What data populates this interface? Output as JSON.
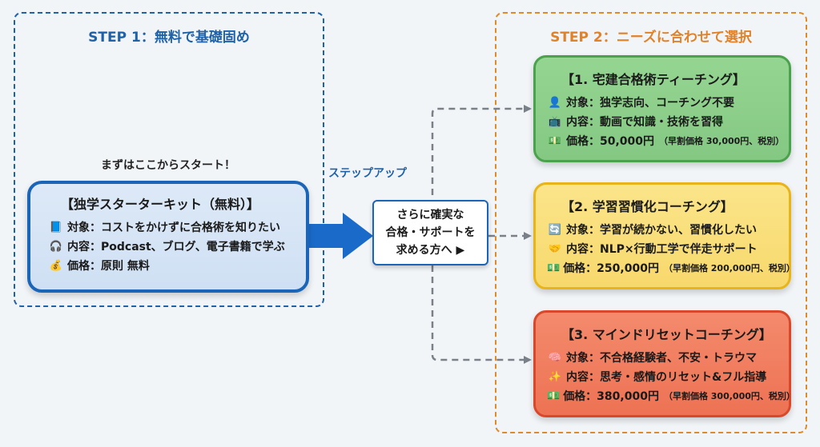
{
  "step1": {
    "title": "STEP 1：無料で基礎固め",
    "start_note": "まずはここからスタート！",
    "starter_kit": {
      "title": "【独学スターターキット（無料）】",
      "rows": [
        {
          "icon": "📘",
          "icon_name": "book-icon",
          "text": "対象：コストをかけずに合格術を知りたい"
        },
        {
          "icon": "🎧",
          "icon_name": "headphones-icon",
          "text": "内容：Podcast、ブログ、電子書籍で学ぶ"
        },
        {
          "icon": "💰",
          "icon_name": "money-bag-icon",
          "text": "価格：原則 無料"
        }
      ]
    }
  },
  "step_up_label": "ステップアップ",
  "middle": {
    "lines": [
      "さらに確実な",
      "合格・サポートを",
      "求める方へ ▶"
    ]
  },
  "step2": {
    "title": "STEP 2：ニーズに合わせて選択",
    "options": [
      {
        "title": "【1. 宅建合格術ティーチング】",
        "color": "#8dcf8a",
        "rows": [
          {
            "icon": "👤",
            "icon_name": "person-icon",
            "text": "対象：独学志向、コーチング不要"
          },
          {
            "icon": "📺",
            "icon_name": "tv-icon",
            "text": "内容：動画で知識・技術を習得"
          },
          {
            "icon": "💵",
            "icon_name": "banknote-icon",
            "text": "価格：50,000円",
            "note": "（早割価格 30,000円、税別）"
          }
        ]
      },
      {
        "title": "【2. 学習習慣化コーチング】",
        "color": "#f9dd78",
        "rows": [
          {
            "icon": "🔄",
            "icon_name": "cycle-icon",
            "text": "対象：学習が続かない、習慣化したい"
          },
          {
            "icon": "🤝",
            "icon_name": "handshake-icon",
            "text": "内容：NLP×行動工学で伴走サポート"
          },
          {
            "icon": "💵",
            "icon_name": "banknote-icon",
            "text": "価格：250,000円",
            "note": "（早割価格 200,000円、税別）"
          }
        ]
      },
      {
        "title": "【3. マインドリセットコーチング】",
        "color": "#f07e60",
        "rows": [
          {
            "icon": "🧠",
            "icon_name": "brain-icon",
            "text": "対象：不合格経験者、不安・トラウマ"
          },
          {
            "icon": "✨",
            "icon_name": "sparkles-icon",
            "text": "内容：思考・感情のリセット&フル指導"
          },
          {
            "icon": "💵",
            "icon_name": "banknote-icon",
            "text": "価格：380,000円",
            "note": "（早割価格 300,000円、税別）"
          }
        ]
      }
    ]
  },
  "colors": {
    "step1_accent": "#1f62a8",
    "step2_accent": "#e0822a",
    "connector": "#7a8088"
  }
}
